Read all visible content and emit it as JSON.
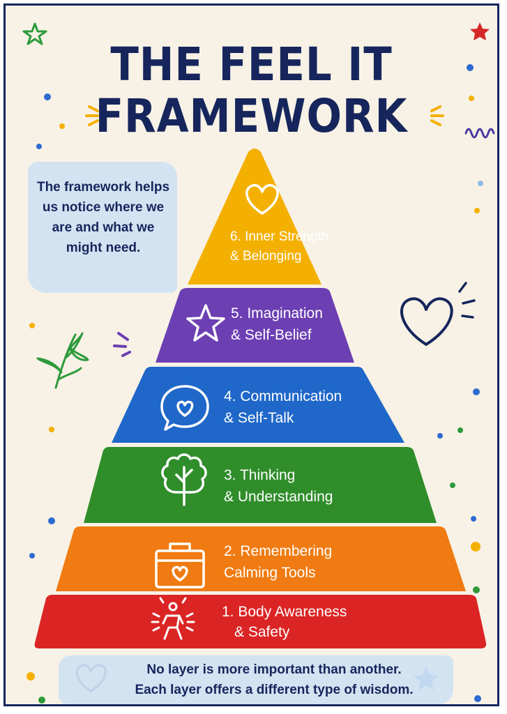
{
  "title": {
    "line1": "THE FEEL IT",
    "line2": "FRAMEWORK"
  },
  "intro_note": "The framework helps us notice where we are and what we might need.",
  "layers": [
    {
      "line1": "6. Inner Strength",
      "line2": "& Belonging",
      "icon": "heart-icon",
      "color": "#f4b000"
    },
    {
      "line1": "5. Imagination",
      "line2": "& Self-Belief",
      "icon": "star-icon",
      "color": "#6c3fb3"
    },
    {
      "line1": "4. Communication",
      "line2": "& Self-Talk",
      "icon": "speech-bubble-heart-icon",
      "color": "#1f67c9"
    },
    {
      "line1": "3. Thinking",
      "line2": "& Understanding",
      "icon": "tree-icon",
      "color": "#2f8d2a"
    },
    {
      "line1": "2. Remembering",
      "line2": "Calming Tools",
      "icon": "toolbox-heart-icon",
      "color": "#f07b12"
    },
    {
      "line1": "1. Body Awareness",
      "line2": "& Safety",
      "icon": "person-glow-icon",
      "color": "#db2525"
    }
  ],
  "footer_note": {
    "line1": "No layer is more important than another.",
    "line2": "Each layer offers a different type of wisdom."
  },
  "colors": {
    "navy": "#16265c",
    "background": "#f8f2e6",
    "note_blue": "#cfe2f3"
  }
}
